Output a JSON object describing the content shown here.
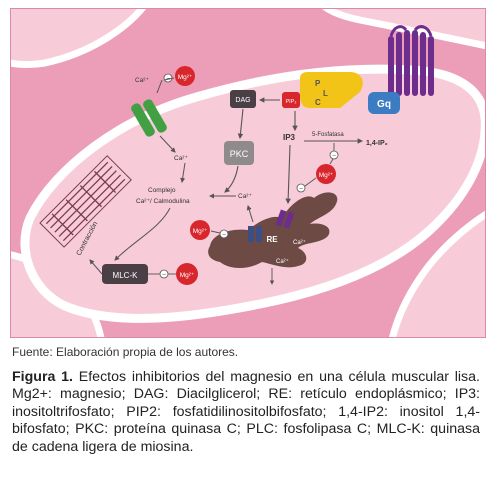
{
  "figure": {
    "labels": {
      "ca_channel": "Ca²⁺",
      "mg_channel": "Mg²⁺",
      "ca_below_channel": "Ca²⁺",
      "dag": "DAG",
      "pip2": "PIP₂",
      "plc_p": "P",
      "plc_l": "L",
      "plc_c": "C",
      "gq": "Gq",
      "ip3": "IP3",
      "ip3_phosphatase": "5-Fosfatasa",
      "ip4": "1,4-IP₂",
      "mg_ip3": "Mg²⁺",
      "pkc": "PKC",
      "complex_line1": "Complejo",
      "complex_line2": "Ca²⁺/ Calmodulina",
      "ca_center": "Ca²⁺",
      "mg_re": "Mg²⁺",
      "re": "RE",
      "ca_re_right": "Ca²⁺",
      "ca_re_bottom": "Ca²⁺",
      "contraction": "Contracción",
      "mlck": "MLC-K",
      "mg_mlck": "Mg²⁺",
      "minus": "−"
    }
  },
  "source": "Fuente: Elaboración propia de los autores.",
  "caption": {
    "label": "Figura 1.",
    "text": " Efectos inhibitorios del magnesio en una célula muscular lisa. Mg2+: magnesio; DAG: Diacilglicerol; RE: retículo endoplásmico; IP3: inositoltrifosfato; PIP2: fosfatidilinositolbifosfato; 1,4-IP2: inositol 1,4-bifosfato; PKC: proteína quinasa C; PLC: fosfolipasa C; MLC-K: quinasa de cadena ligera de miosina."
  },
  "colors": {
    "outer_pink": "#ec9eb9",
    "cell_pink": "#f7cbd8",
    "membrane": "#ffffff",
    "mg_red": "#d7262c",
    "channel_green": "#42a044",
    "plc_yellow": "#f2c417",
    "gq_blue": "#3b7cc2",
    "receptor_purple": "#6d2d8c",
    "re_brown": "#6e4a44",
    "pkc_grey": "#8f8a8c",
    "dark_box": "#4a3f45"
  }
}
